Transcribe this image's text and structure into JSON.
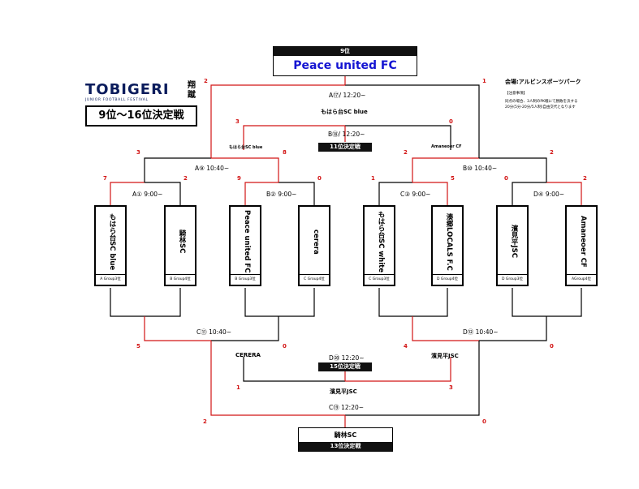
{
  "logo": {
    "main": "TOBIGERI",
    "sub": "JUNIOR FOOTBALL FESTIVAL",
    "kanji": "翔蹴"
  },
  "title": "9位～16位決定戦",
  "info": {
    "venue": "会場:アルビンスポーツパーク",
    "notice_head": "【注意事項】",
    "notes": [
      "同点の場合、3人制のPK戦にて勝敗を決する",
      "20分(5分-20分/5人制)自由交代となります"
    ]
  },
  "teams": {
    "t1": {
      "name": "もはら台SC blue",
      "group": "A Group3位"
    },
    "t2": {
      "name": "騎林SC",
      "group": "B Group4位"
    },
    "t3": {
      "name": "Peace united FC",
      "group": "B Group3位"
    },
    "t4": {
      "name": "cerera",
      "group": "C Group4位"
    },
    "t5": {
      "name": "もはら台SC white",
      "group": "C Group3位"
    },
    "t6": {
      "name": "湊郷LOCALS F.C",
      "group": "D Group4位"
    },
    "t7": {
      "name": "濱見平JSC",
      "group": "D Group3位"
    },
    "t8": {
      "name": "Amaneoer CF",
      "group": "AGroup4位"
    }
  },
  "matches": {
    "A1": {
      "label": "A① 9:00~",
      "s1": "7",
      "s2": "2"
    },
    "B2": {
      "label": "B② 9:00~",
      "s1": "9",
      "s2": "0"
    },
    "C3": {
      "label": "C③ 9:00~",
      "s1": "1",
      "s2": "5"
    },
    "D4": {
      "label": "D④ 9:00~",
      "s1": "0",
      "s2": "2"
    },
    "A9": {
      "label": "A⑨ 10:40~",
      "s1": "3",
      "s2": "8"
    },
    "B10": {
      "label": "B⑩ 10:40~",
      "s1": "2",
      "s2": "2"
    },
    "C11": {
      "label": "C⑪ 10:40~",
      "s1": "5",
      "s2": "0"
    },
    "D12": {
      "label": "D⑫ 10:40~",
      "s1": "4",
      "s2": "0"
    },
    "A17": {
      "label": "A⑰/ 12:20~",
      "s1": "2",
      "s2": "1"
    },
    "B18": {
      "label": "B⑱/ 12:20~",
      "s1": "3",
      "s2": "0"
    },
    "D20": {
      "label": "D⑳ 12:20~",
      "s1": "1",
      "s2": "3"
    },
    "C19": {
      "label": "C⑲ 12:20~",
      "s1": "2",
      "s2": "0"
    }
  },
  "finals": {
    "ninth": {
      "title": "9位",
      "winner": "Peace united FC"
    },
    "eleventh": {
      "title": "11位決定戦",
      "winner": "もはら台SC blue",
      "left": "もはら台SC blue",
      "right": "Amaneoer CF"
    },
    "thirteenth": {
      "title": "13位決定戦",
      "winner": "騎林SC"
    },
    "fifteenth": {
      "title": "15位決定戦",
      "winner": "濱見平JSC",
      "left": "CERERA",
      "right": "濱見平JSC"
    }
  },
  "colors": {
    "win_line": "#d21414",
    "line": "#000000",
    "accent": "#1414d2",
    "logo": "#0a1c5c"
  }
}
